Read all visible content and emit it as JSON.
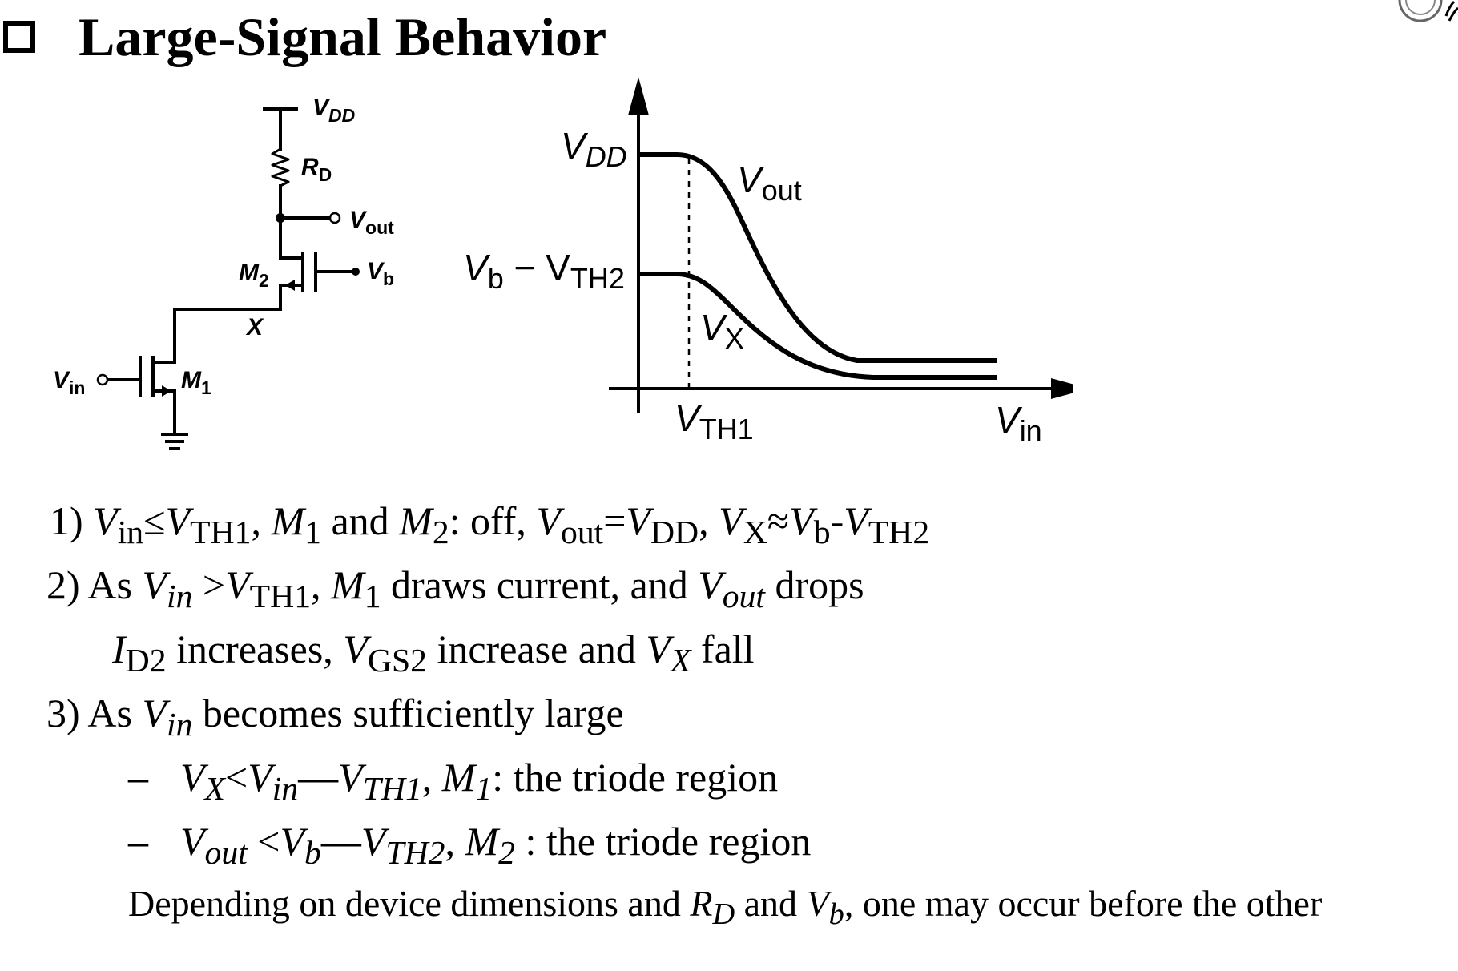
{
  "page": {
    "title": "Large-Signal Behavior"
  },
  "circuit": {
    "vdd_label": "V",
    "vdd_sub": "DD",
    "rd_label": "R",
    "rd_sub": "D",
    "vout_label": "V",
    "vout_sub": "out",
    "m2_label": "M",
    "m2_sub": "2",
    "vb_label": "V",
    "vb_sub": "b",
    "x_label": "X",
    "vin_label": "V",
    "vin_sub": "in",
    "m1_label": "M",
    "m1_sub": "1"
  },
  "chart_data": {
    "type": "line",
    "title": "",
    "xlabel": "V",
    "xlabel_sub": "in",
    "x_tick": {
      "label": "V",
      "sub": "TH1"
    },
    "y_ticks": [
      {
        "label": "V",
        "sub": "DD"
      },
      {
        "label": "V",
        "sub": "b",
        "minus": " − V",
        "sub2": "TH2"
      }
    ],
    "series": [
      {
        "name": "V",
        "name_sub": "out",
        "shape": "VDD flat until VTH1, then falls to a low plateau"
      },
      {
        "name": "V",
        "name_sub": "X",
        "shape": "Vb - VTH2 flat until VTH1, then falls to a low plateau"
      }
    ]
  },
  "notes": {
    "line1": {
      "num": "1) ",
      "v": "V",
      "in": "in",
      "le": "≤",
      "v2": "V",
      "th1": "TH1",
      "c1": ", ",
      "m": "M",
      "s1": "1",
      "and": " and ",
      "m2": "M",
      "s2": "2",
      "off": ": off, ",
      "vo": "V",
      "out": "out",
      "eq": "=",
      "vd": "V",
      "dd": "DD",
      "c2": ", ",
      "vx": "V",
      "x": "X",
      "ap": "≈",
      "vb": "V",
      "b": "b",
      "dash": "-",
      "vt": "V",
      "th2": "TH2"
    },
    "line2": {
      "text1": "2) As ",
      "v": "V",
      "in": "in",
      "gt": " >",
      "v2": "V",
      "th1": "TH1",
      "c": ", ",
      "m": "M",
      "s1": "1",
      "text2": " draws current, and ",
      "vo": "V",
      "out": "out",
      "text3": " drops"
    },
    "line3": {
      "i": "I",
      "d2": "D2",
      "text1": " increases, ",
      "v": "V",
      "gs2": "GS2",
      "text2": " increase and ",
      "vx": "V",
      "x": "X",
      "text3": "  fall"
    },
    "line4": {
      "text1": "3) As ",
      "v": "V",
      "in": "in",
      "text2": " becomes sufficiently large"
    },
    "line5": {
      "bullet": "–",
      "vx": "V",
      "x": "X",
      "lt": "<",
      "v": "V",
      "in": "in",
      "minus": "—",
      "vt": "V",
      "th1": "TH1",
      "c": ", ",
      "m": "M",
      "s1": "1",
      "text": ": the triode region"
    },
    "line6": {
      "bullet": "–",
      "vo": "V",
      "out": "out",
      "lt": " <",
      "vb": "V",
      "b": "b",
      "minus": "—",
      "vt": "V",
      "th2": "TH2",
      "c": ", ",
      "m": "M",
      "s2": "2",
      "text": " : the triode region"
    },
    "line7": {
      "text1": "Depending on device dimensions and ",
      "r": "R",
      "d": "D",
      "text2": " and ",
      "v": "V",
      "b": "b",
      "text3": ", one may occur before the other"
    }
  }
}
